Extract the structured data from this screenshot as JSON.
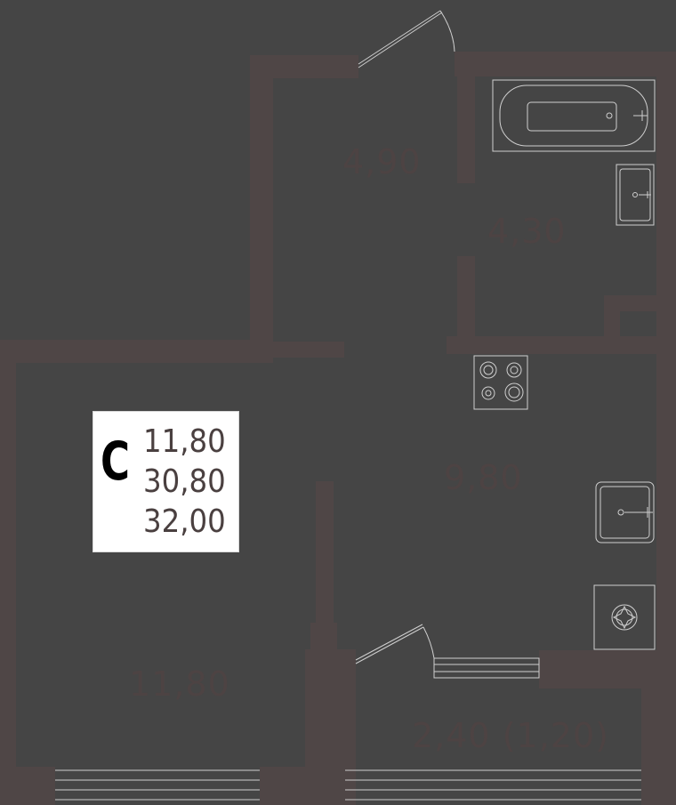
{
  "rooms": [
    {
      "id": "hall",
      "area": "4,90"
    },
    {
      "id": "bathroom",
      "area": "4,30"
    },
    {
      "id": "kitchen",
      "area": "9,80"
    },
    {
      "id": "living",
      "area": "11,80"
    },
    {
      "id": "balcony",
      "area": "2,40 (1,20)"
    }
  ],
  "info_card": {
    "letter": "C",
    "values": [
      "11,80",
      "30,80",
      "32,00"
    ]
  },
  "colors": {
    "background": "#454545",
    "wall": "#4f4646",
    "fixture_stroke": "#cfcfcf",
    "label": "#4d4343",
    "card_background": "#ffffff"
  },
  "icons": [
    "bathtub-icon",
    "sink-icon",
    "stove-icon",
    "kitchen-sink-icon",
    "boiler-icon"
  ]
}
